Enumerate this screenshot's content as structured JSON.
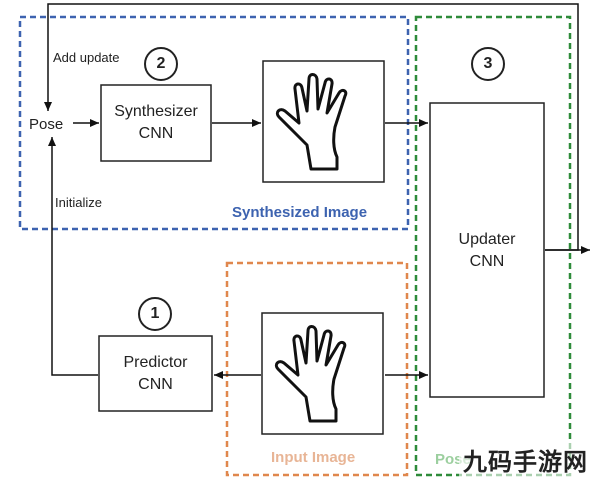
{
  "labels": {
    "add_update": "Add update",
    "pose": "Pose",
    "initialize": "Initialize"
  },
  "boxes": {
    "synthesizer": {
      "line1": "Synthesizer",
      "line2": "CNN"
    },
    "predictor": {
      "line1": "Predictor",
      "line2": "CNN"
    },
    "updater": {
      "line1": "Updater",
      "line2": "CNN"
    }
  },
  "steps": {
    "one": "1",
    "two": "2",
    "three": "3"
  },
  "regions": {
    "synthesized": {
      "label": "Synthesized Image",
      "color": "#3d63b0"
    },
    "input": {
      "label": "Input Image",
      "color": "#e0874d"
    },
    "pose": {
      "label": "Pose",
      "color": "#2e8b3a"
    }
  },
  "icons": {
    "hand_top": "hand-outline-icon",
    "hand_bottom": "hand-outline-icon"
  },
  "watermark": "九码手游网"
}
